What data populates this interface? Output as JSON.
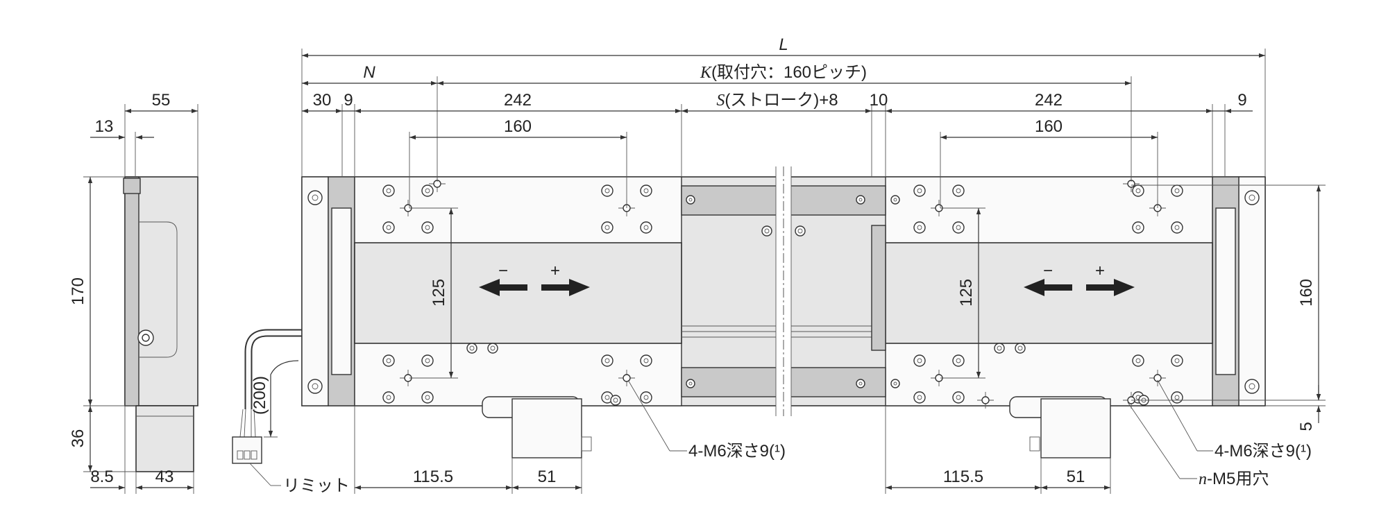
{
  "dimensions": {
    "L": "L",
    "N": "N",
    "K": "K",
    "K_note": "(取付穴：160ピッチ)",
    "S": "S",
    "S_note": "(ストローク)+8",
    "d30": "30",
    "d9": "9",
    "d242": "242",
    "d10": "10",
    "d160": "160",
    "d125": "125",
    "d55": "55",
    "d13": "13",
    "d170": "170",
    "d36": "36",
    "d8_5": "8.5",
    "d43": "43",
    "d200": "(200)",
    "d115_5": "115.5",
    "d51": "51",
    "d5": "5"
  },
  "callouts": {
    "m6_left": "4-M6深さ9(¹)",
    "m6_right": "4-M6深さ9(¹)",
    "m5_n": "n",
    "m5_rest": "-M5用穴",
    "limit": "リミット"
  },
  "symbols": {
    "minus": "−",
    "plus": "+"
  }
}
